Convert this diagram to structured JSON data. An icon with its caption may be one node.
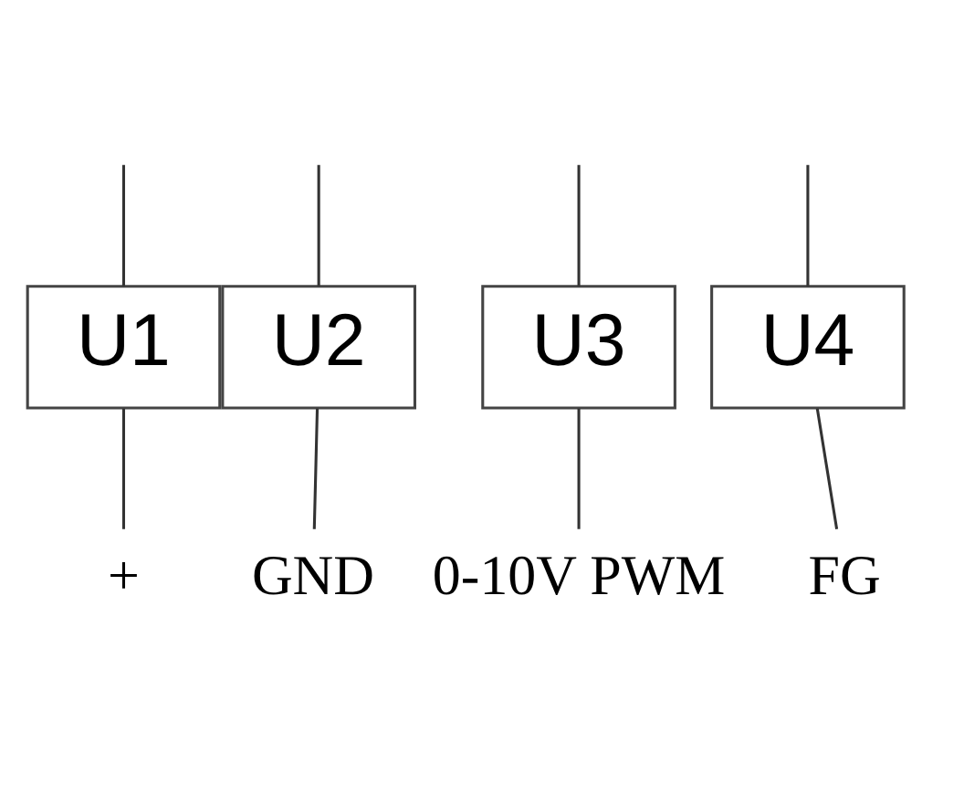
{
  "diagram": {
    "nodes": [
      {
        "text": [
          "U1"
        ]
      },
      {
        "text": [
          "U2"
        ]
      },
      {
        "text": [
          "U3"
        ]
      },
      {
        "text": [
          "U4"
        ]
      },
      {
        "text": [
          "+"
        ]
      },
      {
        "text": [
          "GND"
        ]
      },
      {
        "text": [
          "0-10V PWM"
        ]
      },
      {
        "text": [
          "FG"
        ]
      }
    ],
    "edges": [
      {
        "from": null,
        "to": 0,
        "arrow": "none"
      },
      {
        "from": null,
        "to": 1,
        "arrow": "none"
      },
      {
        "from": null,
        "to": 2,
        "arrow": "none"
      },
      {
        "from": null,
        "to": 3,
        "arrow": "none"
      },
      {
        "from": 0,
        "to": 4,
        "arrow": "none"
      },
      {
        "from": 1,
        "to": 5,
        "arrow": "none"
      },
      {
        "from": 2,
        "to": 6,
        "arrow": "none"
      },
      {
        "from": 3,
        "to": 7,
        "arrow": "none"
      }
    ]
  }
}
